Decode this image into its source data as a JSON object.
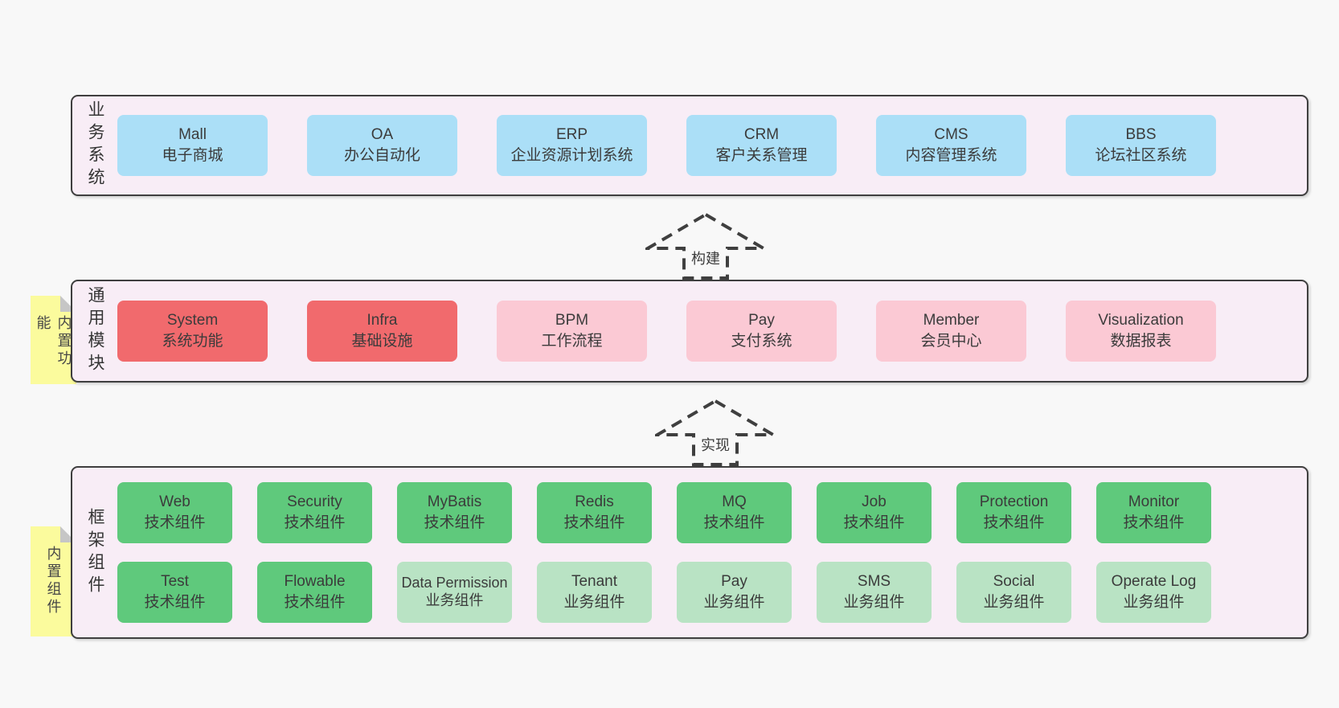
{
  "page": {
    "background": "#f8f8f8"
  },
  "colors": {
    "band_fill": "#f8edf6",
    "band_border": "#3f3f3f",
    "blue_box": "#abdff7",
    "red_box": "#f16a6d",
    "pink_box": "#fbc9d4",
    "green_box": "#5fc97c",
    "light_green_box": "#b9e3c4",
    "sticky_note": "#fbfb9d",
    "text": "#3b3b3b"
  },
  "bands": [
    {
      "label": "业务系统",
      "boxes": [
        {
          "title": "Mall",
          "subtitle": "电子商城",
          "variant": "blue"
        },
        {
          "title": "OA",
          "subtitle": "办公自动化",
          "variant": "blue"
        },
        {
          "title": "ERP",
          "subtitle": "企业资源计划系统",
          "variant": "blue"
        },
        {
          "title": "CRM",
          "subtitle": "客户关系管理",
          "variant": "blue"
        },
        {
          "title": "CMS",
          "subtitle": "内容管理系统",
          "variant": "blue"
        },
        {
          "title": "BBS",
          "subtitle": "论坛社区系统",
          "variant": "blue"
        }
      ]
    },
    {
      "label": "通用模块",
      "sticky": "内置功能",
      "boxes": [
        {
          "title": "System",
          "subtitle": "系统功能",
          "variant": "red"
        },
        {
          "title": "Infra",
          "subtitle": "基础设施",
          "variant": "red"
        },
        {
          "title": "BPM",
          "subtitle": "工作流程",
          "variant": "pink"
        },
        {
          "title": "Pay",
          "subtitle": "支付系统",
          "variant": "pink"
        },
        {
          "title": "Member",
          "subtitle": "会员中心",
          "variant": "pink"
        },
        {
          "title": "Visualization",
          "subtitle": "数据报表",
          "variant": "pink"
        }
      ]
    },
    {
      "label": "框架组件",
      "sticky": "内置组件",
      "boxes": [
        {
          "title": "Web",
          "subtitle": "技术组件",
          "variant": "green"
        },
        {
          "title": "Security",
          "subtitle": "技术组件",
          "variant": "green"
        },
        {
          "title": "MyBatis",
          "subtitle": "技术组件",
          "variant": "green"
        },
        {
          "title": "Redis",
          "subtitle": "技术组件",
          "variant": "green"
        },
        {
          "title": "MQ",
          "subtitle": "技术组件",
          "variant": "green"
        },
        {
          "title": "Job",
          "subtitle": "技术组件",
          "variant": "green"
        },
        {
          "title": "Protection",
          "subtitle": "技术组件",
          "variant": "green"
        },
        {
          "title": "Monitor",
          "subtitle": "技术组件",
          "variant": "green"
        },
        {
          "title": "Test",
          "subtitle": "技术组件",
          "variant": "green"
        },
        {
          "title": "Flowable",
          "subtitle": "技术组件",
          "variant": "green"
        },
        {
          "title": "Data Permission",
          "subtitle": "业务组件",
          "variant": "lightgreen"
        },
        {
          "title": "Tenant",
          "subtitle": "业务组件",
          "variant": "lightgreen"
        },
        {
          "title": "Pay",
          "subtitle": "业务组件",
          "variant": "lightgreen"
        },
        {
          "title": "SMS",
          "subtitle": "业务组件",
          "variant": "lightgreen"
        },
        {
          "title": "Social",
          "subtitle": "业务组件",
          "variant": "lightgreen"
        },
        {
          "title": "Operate Log",
          "subtitle": "业务组件",
          "variant": "lightgreen"
        }
      ]
    }
  ],
  "arrows": [
    {
      "label": "构建"
    },
    {
      "label": "实现"
    }
  ]
}
